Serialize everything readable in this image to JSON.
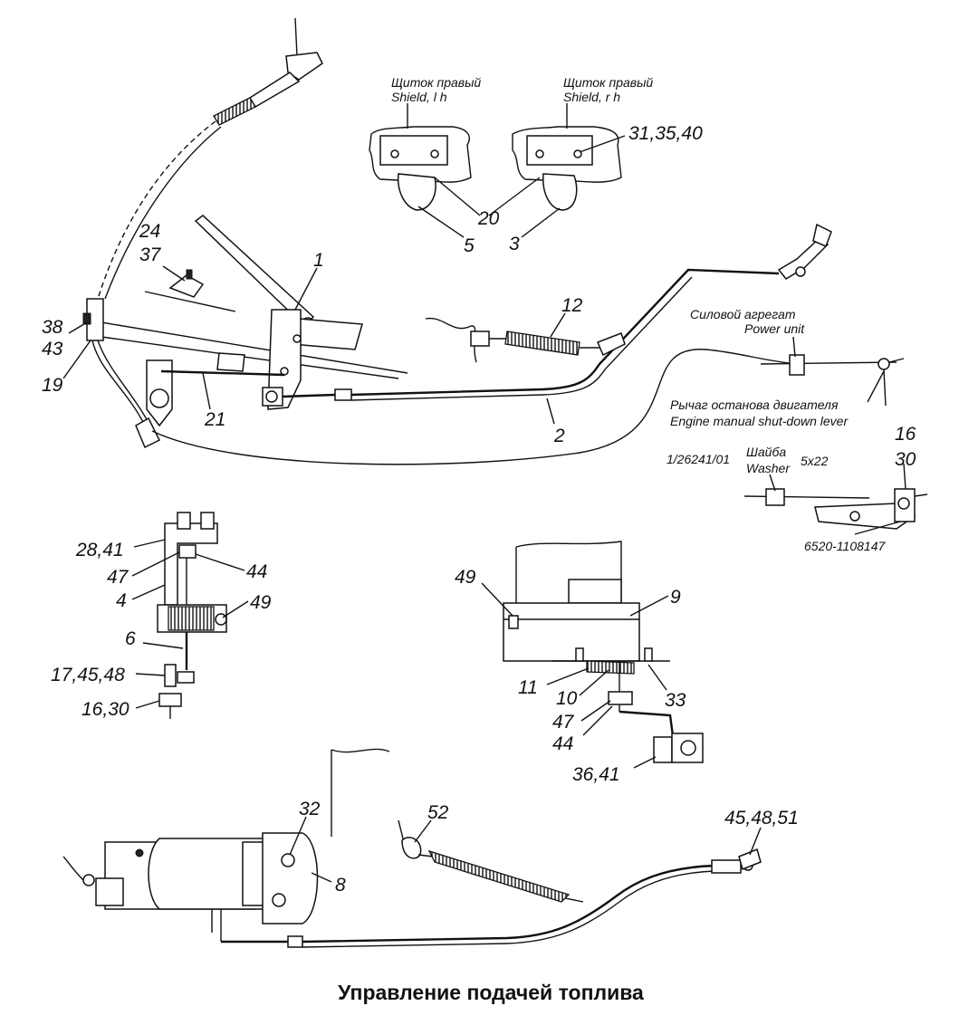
{
  "title": "Управление подачей топлива",
  "captions": {
    "shield_left_ru": "Щиток правый",
    "shield_left_en": "Shield, l h",
    "shield_right_ru": "Щиток правый",
    "shield_right_en": "Shield, r h",
    "power_unit_ru": "Силовой агрегат",
    "power_unit_en": "Power unit",
    "shutdown_ru": "Рычаг останова двигателя",
    "shutdown_en": "Engine manual shut-down lever",
    "washer_code": "1/26241/01",
    "washer_ru": "Шайба",
    "washer_en": "Washer",
    "washer_size": "5x22",
    "part_code": "6520-1108147"
  },
  "labels": {
    "l_31_35_40": "31,35,40",
    "l_20": "20",
    "l_5": "5",
    "l_3": "3",
    "l_24": "24",
    "l_37": "37",
    "l_1": "1",
    "l_12": "12",
    "l_38": "38",
    "l_43": "43",
    "l_19": "19",
    "l_21": "21",
    "l_2": "2",
    "l_16a": "16",
    "l_30a": "30",
    "l_28_41": "28,41",
    "l_47a": "47",
    "l_44a": "44",
    "l_4": "4",
    "l_49a": "49",
    "l_6": "6",
    "l_17_45_48": "17,45,48",
    "l_16_30": "16,30",
    "l_49b": "49",
    "l_9": "9",
    "l_11": "11",
    "l_10": "10",
    "l_33": "33",
    "l_47b": "47",
    "l_44b": "44",
    "l_36_41": "36,41",
    "l_32": "32",
    "l_8": "8",
    "l_52": "52",
    "l_45_48_51": "45,48,51"
  }
}
